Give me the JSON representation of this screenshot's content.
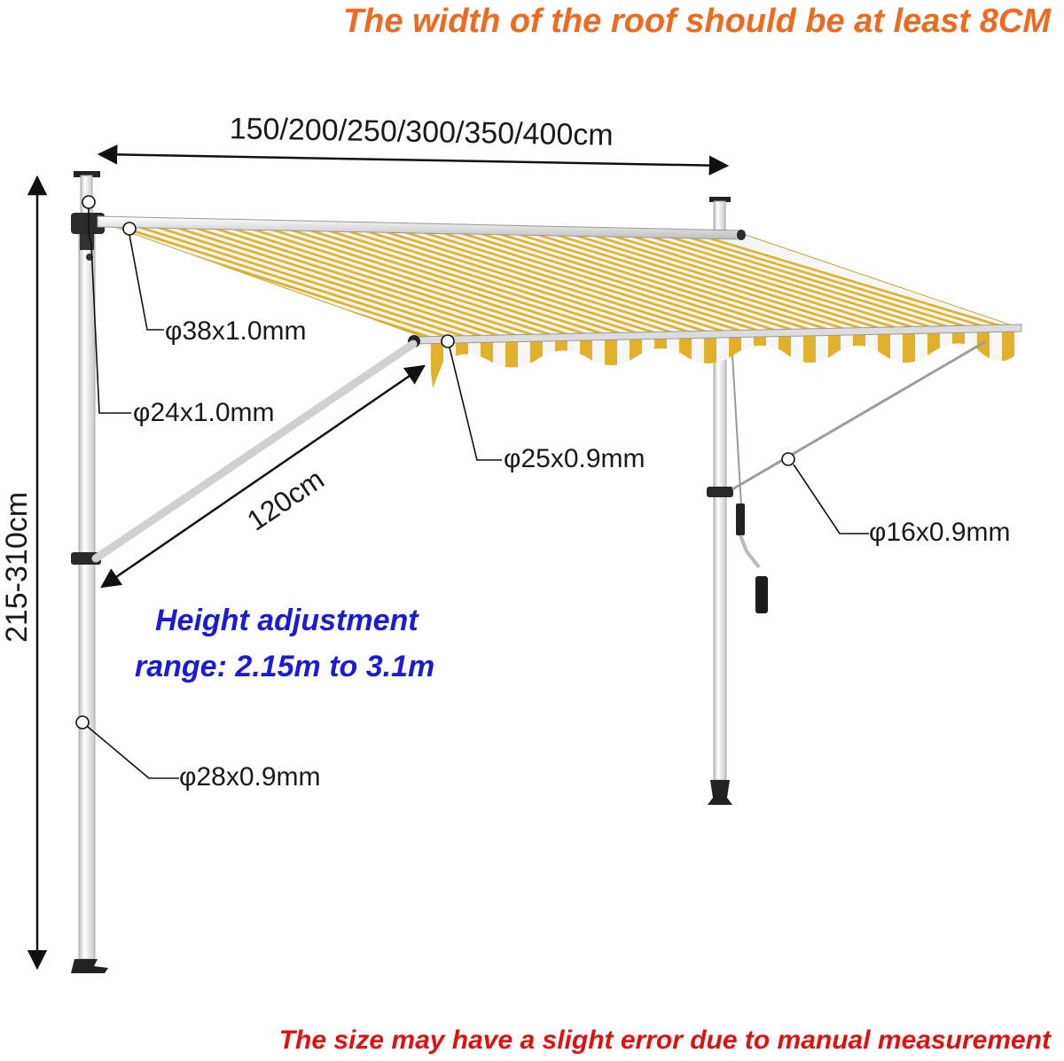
{
  "headline": "The width of the roof should be at least 8CM",
  "disclaimer": "The size may have a slight error due to manual measurement",
  "height_note": {
    "line1": "Height adjustment",
    "line2": "range: 2.15m to 3.1m"
  },
  "dimensions": {
    "width": "150/200/250/300/350/400cm",
    "height": "215-310cm",
    "projection": "120cm"
  },
  "tube_labels": {
    "top_bar": "φ38x1.0mm",
    "upper_pole": "φ24x1.0mm",
    "front_bar": "φ25x0.9mm",
    "arm": "φ16x0.9mm",
    "lower_pole": "φ28x0.9mm"
  },
  "colors": {
    "headline": "#ee6a1f",
    "disclaimer": "#e01010",
    "height_note": "#1a1ad8",
    "stripe_yellow": "#e1b12c",
    "stripe_white": "#f6f6f6",
    "pole": "#f2f2f2",
    "bracket": "#2a2a2a"
  }
}
